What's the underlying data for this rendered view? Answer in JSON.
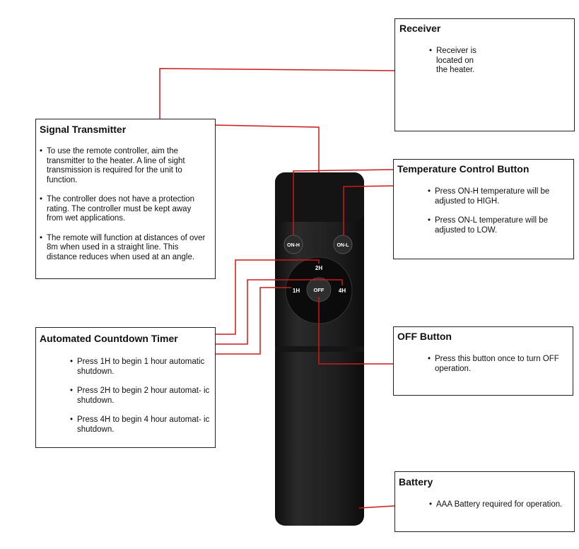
{
  "remote": {
    "buttons": {
      "on_h": "ON-H",
      "on_l": "ON-L",
      "two_h": "2H",
      "one_h": "1H",
      "four_h": "4H",
      "off": "OFF"
    }
  },
  "receiver": {
    "title": "Receiver",
    "bullets": [
      "Receiver is located on the heater."
    ]
  },
  "signal_transmitter": {
    "title": "Signal Transmitter",
    "bullets": [
      "To use the remote controller, aim the transmitter to the heater. A line of sight transmission is required for the unit to function.",
      "The controller does not have a protection rating. The controller must be kept away from wet applications.",
      "The remote will function at distances of over 8m when used in a straight line. This distance reduces when used at an angle."
    ]
  },
  "temperature_control": {
    "title": "Temperature Control Button",
    "bullets": [
      "Press ON-H temperature will be adjusted to HIGH.",
      "Press ON-L temperature will be adjusted to LOW."
    ]
  },
  "countdown_timer": {
    "title": "Automated Countdown Timer",
    "bullets": [
      "Press 1H to begin 1 hour automatic shutdown.",
      "Press 2H to begin 2 hour automat- ic shutdown.",
      "Press 4H to begin 4 hour automat- ic shutdown."
    ]
  },
  "off_button": {
    "title": "OFF Button",
    "bullets": [
      "Press this button once to turn OFF operation."
    ]
  },
  "battery": {
    "title": "Battery",
    "bullets": [
      "AAA Battery required for operation."
    ]
  },
  "colors": {
    "connector": "#cc1a1a",
    "remote_body": "#1c1c1c",
    "dial": "#0e0e0e"
  }
}
